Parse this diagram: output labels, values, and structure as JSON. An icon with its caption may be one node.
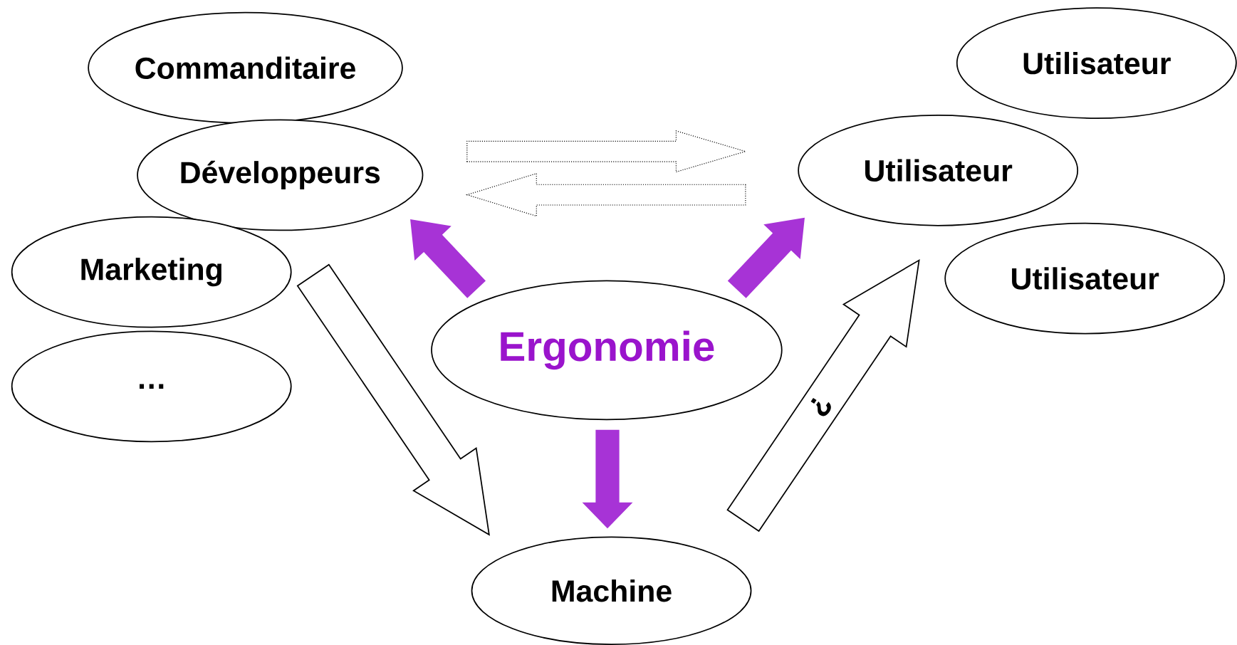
{
  "diagram": {
    "nodes": [
      {
        "text": [
          "Commanditaire"
        ]
      },
      {
        "text": [
          "Développeurs"
        ]
      },
      {
        "text": [
          "Marketing"
        ]
      },
      {
        "text": [
          "…"
        ]
      },
      {
        "text": [
          "Utilisateur"
        ]
      },
      {
        "text": [
          "Utilisateur"
        ]
      },
      {
        "text": [
          "Utilisateur"
        ]
      },
      {
        "text": [
          "Ergonomie"
        ]
      },
      {
        "text": [
          "Machine"
        ]
      }
    ],
    "edges": [
      {
        "from": 7,
        "to": 1,
        "arrow": "to",
        "style": "thick",
        "color": "#a733d6"
      },
      {
        "from": 7,
        "to": 5,
        "arrow": "to",
        "style": "thick",
        "color": "#a733d6"
      },
      {
        "from": 7,
        "to": 8,
        "arrow": "to",
        "style": "thick",
        "color": "#a733d6"
      },
      {
        "from": 1,
        "to": 5,
        "arrow": "to",
        "style": "dashed"
      },
      {
        "from": 5,
        "to": 1,
        "arrow": "to",
        "style": "dashed"
      },
      {
        "from": 2,
        "to": 8,
        "arrow": "to"
      },
      {
        "from": 8,
        "to": 5,
        "arrow": "to",
        "label": "?"
      }
    ]
  }
}
